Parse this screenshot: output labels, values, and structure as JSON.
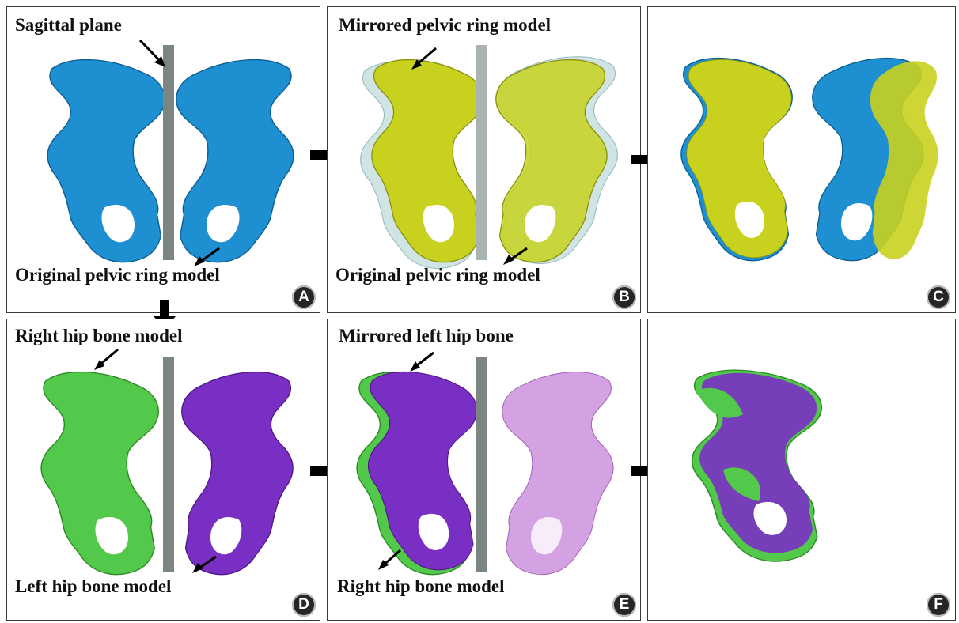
{
  "panels": [
    {
      "id": "A",
      "labels": [
        "Sagittal plane",
        "Original pelvic ring model"
      ]
    },
    {
      "id": "B",
      "labels": [
        "Mirrored pelvic ring model",
        "Original pelvic ring model"
      ]
    },
    {
      "id": "C",
      "labels": []
    },
    {
      "id": "D",
      "labels": [
        "Right hip bone model",
        "Left hip bone model"
      ]
    },
    {
      "id": "E",
      "labels": [
        "Mirrored left hip bone",
        "Right hip bone model"
      ]
    },
    {
      "id": "F",
      "labels": []
    }
  ],
  "colors": {
    "original_model": "#1e8fd0",
    "mirrored_model": "#c8d21e",
    "right_hip": "#52c94a",
    "left_hip": "#7a2fc4",
    "sagittal_plane": "#7b8683"
  }
}
